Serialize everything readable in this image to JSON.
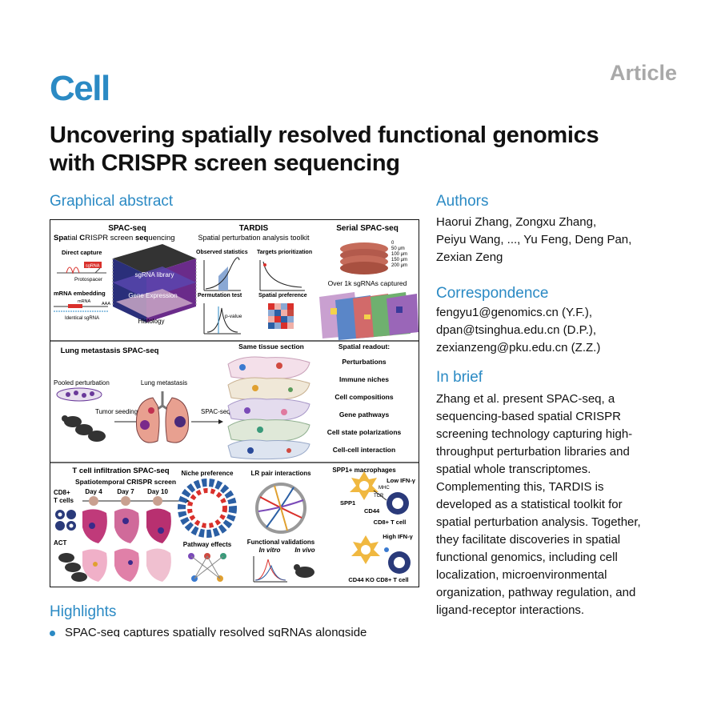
{
  "journal": "Cell",
  "article_type": "Article",
  "title_lines": [
    "Uncovering spatially resolved functional genomics",
    "with CRISPR screen sequencing"
  ],
  "graphical_abstract": {
    "heading": "Graphical abstract",
    "top": {
      "spacseq_title": "SPAC-seq",
      "spacseq_sub_parts": [
        "Spa",
        "tial ",
        "C",
        "RISPR screen ",
        "seq",
        "uencing"
      ],
      "direct_capture": "Direct capture",
      "sgrna_tag": "sgRNA",
      "protospacer": "Protospacer",
      "mrna_embedding": "mRNA embedding",
      "mrna": "mRNA",
      "aaa": "AAA",
      "identical_sgrna": "Identical sgRNA",
      "cube_labels": [
        "sgRNA library",
        "Gene Expression",
        "Histology"
      ],
      "tardis_title": "TARDIS",
      "tardis_sub": "Spatial perturbation analysis toolkit",
      "observed_statistics": "Observed statistics",
      "targets_prioritization": "Targets prioritization",
      "permutation_test": "Permutation test",
      "p_value": "p-value",
      "spatial_preference": "Spatial preference",
      "serial_title": "Serial SPAC-seq",
      "depths": [
        "0",
        "50 μm",
        "100 μm",
        "150 μm",
        "200 μm"
      ],
      "over_1k": "Over 1k sgRNAs captured"
    },
    "middle": {
      "title": "Lung metastasis SPAC-seq",
      "pooled": "Pooled perturbation",
      "lung_met": "Lung metastasis",
      "tumor_seeding": "Tumor seeding",
      "spacseq_arrow": "SPAC-seq",
      "same_tissue": "Same tissue section",
      "spatial_readout": "Spatial readout:",
      "readouts": [
        "Perturbations",
        "Immune niches",
        "Cell compositions",
        "Gene pathways",
        "Cell state polarizations",
        "Cell-cell interaction"
      ]
    },
    "bottom": {
      "title": "T cell infiltration SPAC-seq",
      "sub": "Spatiotemporal CRISPR screen",
      "days": [
        "Day 4",
        "Day 7",
        "Day 10"
      ],
      "cd8": "CD8+",
      "tcells": "T cells",
      "act": "ACT",
      "niche": "Niche preference",
      "pathway": "Pathway effects",
      "lr": "LR pair interactions",
      "functional": "Functional validations",
      "in_vitro": "In vitro",
      "in_vivo": "In vivo",
      "spp1_mac": "SPP1+ macrophages",
      "low_ifn": "Low IFN-γ",
      "mhc": "MHC",
      "tcr": "TCR",
      "spp1": "SPP1",
      "cd44": "CD44",
      "cd8_tcell": "CD8+ T cell",
      "high_ifn": "High IFN-γ",
      "cd44_ko": "CD44 KO CD8+ T cell"
    }
  },
  "authors": {
    "heading": "Authors",
    "lines": [
      "Haorui Zhang, Zongxu Zhang,",
      "Peiyu Wang, ..., Yu Feng, Deng Pan,",
      "Zexian Zeng"
    ]
  },
  "correspondence": {
    "heading": "Correspondence",
    "lines": [
      "fengyu1@genomics.cn (Y.F.),",
      "dpan@tsinghua.edu.cn (D.P.),",
      "zexianzeng@pku.edu.cn (Z.Z.)"
    ]
  },
  "in_brief": {
    "heading": "In brief",
    "lines": [
      "Zhang et al. present SPAC-seq, a",
      "sequencing-based spatial CRISPR",
      "screening technology capturing high-",
      "throughput perturbation libraries and",
      "spatial whole transcriptomes.",
      "Complementing this, TARDIS is",
      "developed as a statistical toolkit for",
      "spatial perturbation analysis. Together,",
      "they facilitate discoveries in spatial",
      "functional genomics, including cell",
      "localization, microenvironmental",
      "organization, pathway regulation, and",
      "ligand-receptor interactions."
    ]
  },
  "highlights": {
    "heading": "Highlights",
    "first_partial": "SPAC-seq captures spatially resolved sgRNAs alongside"
  },
  "colors": {
    "accent": "#2b8ac4",
    "article_grey": "#a9a9a9",
    "text": "#111111"
  }
}
